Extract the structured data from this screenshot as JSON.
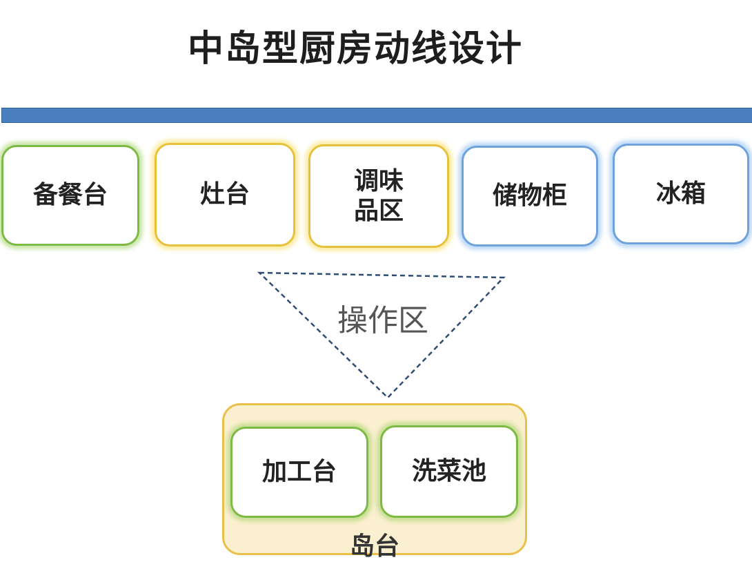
{
  "title": "中岛型厨房动线设计",
  "top_boxes": [
    {
      "label": "备餐台"
    },
    {
      "label": "灶台"
    },
    {
      "label": "调味\n品区"
    },
    {
      "label": "储物柜"
    },
    {
      "label": "冰箱"
    }
  ],
  "work_zone_label": "操作区",
  "island": {
    "label": "岛台",
    "items": [
      {
        "label": "加工台"
      },
      {
        "label": "洗菜池"
      }
    ]
  },
  "colors": {
    "bar": "#4a7fc0",
    "green": "#7dba45",
    "yellow": "#e8c13a",
    "blue": "#6da2dc",
    "island_fill": "#faefcf"
  }
}
